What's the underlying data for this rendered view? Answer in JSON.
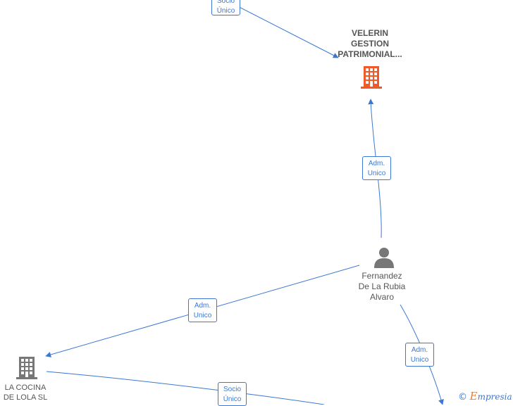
{
  "nodes": {
    "velerin": {
      "lines": [
        "VELERIN",
        "GESTION",
        "PATRIMONIAL..."
      ],
      "icon": "building-icon",
      "color": "#f05a28"
    },
    "fernandez": {
      "lines": [
        "Fernandez",
        "De La Rubia",
        "Alvaro"
      ],
      "icon": "person-icon",
      "color": "#777777"
    },
    "la_cocina": {
      "lines": [
        "LA COCINA",
        "DE LOLA SL"
      ],
      "icon": "building-icon",
      "color": "#777777"
    }
  },
  "edges": {
    "top_socio": [
      "Socio",
      "Único"
    ],
    "adm_velerin": [
      "Adm.",
      "Unico"
    ],
    "adm_la_cocina": [
      "Adm.",
      "Unico"
    ],
    "adm_bottom_right": [
      "Adm.",
      "Unico"
    ],
    "socio_bottom": [
      "Socio",
      "Único"
    ]
  },
  "colors": {
    "edge": "#3a78d4",
    "text": "#555555"
  },
  "watermark": {
    "copyright": "©",
    "e_letter": "E",
    "brand": "mpresia"
  }
}
